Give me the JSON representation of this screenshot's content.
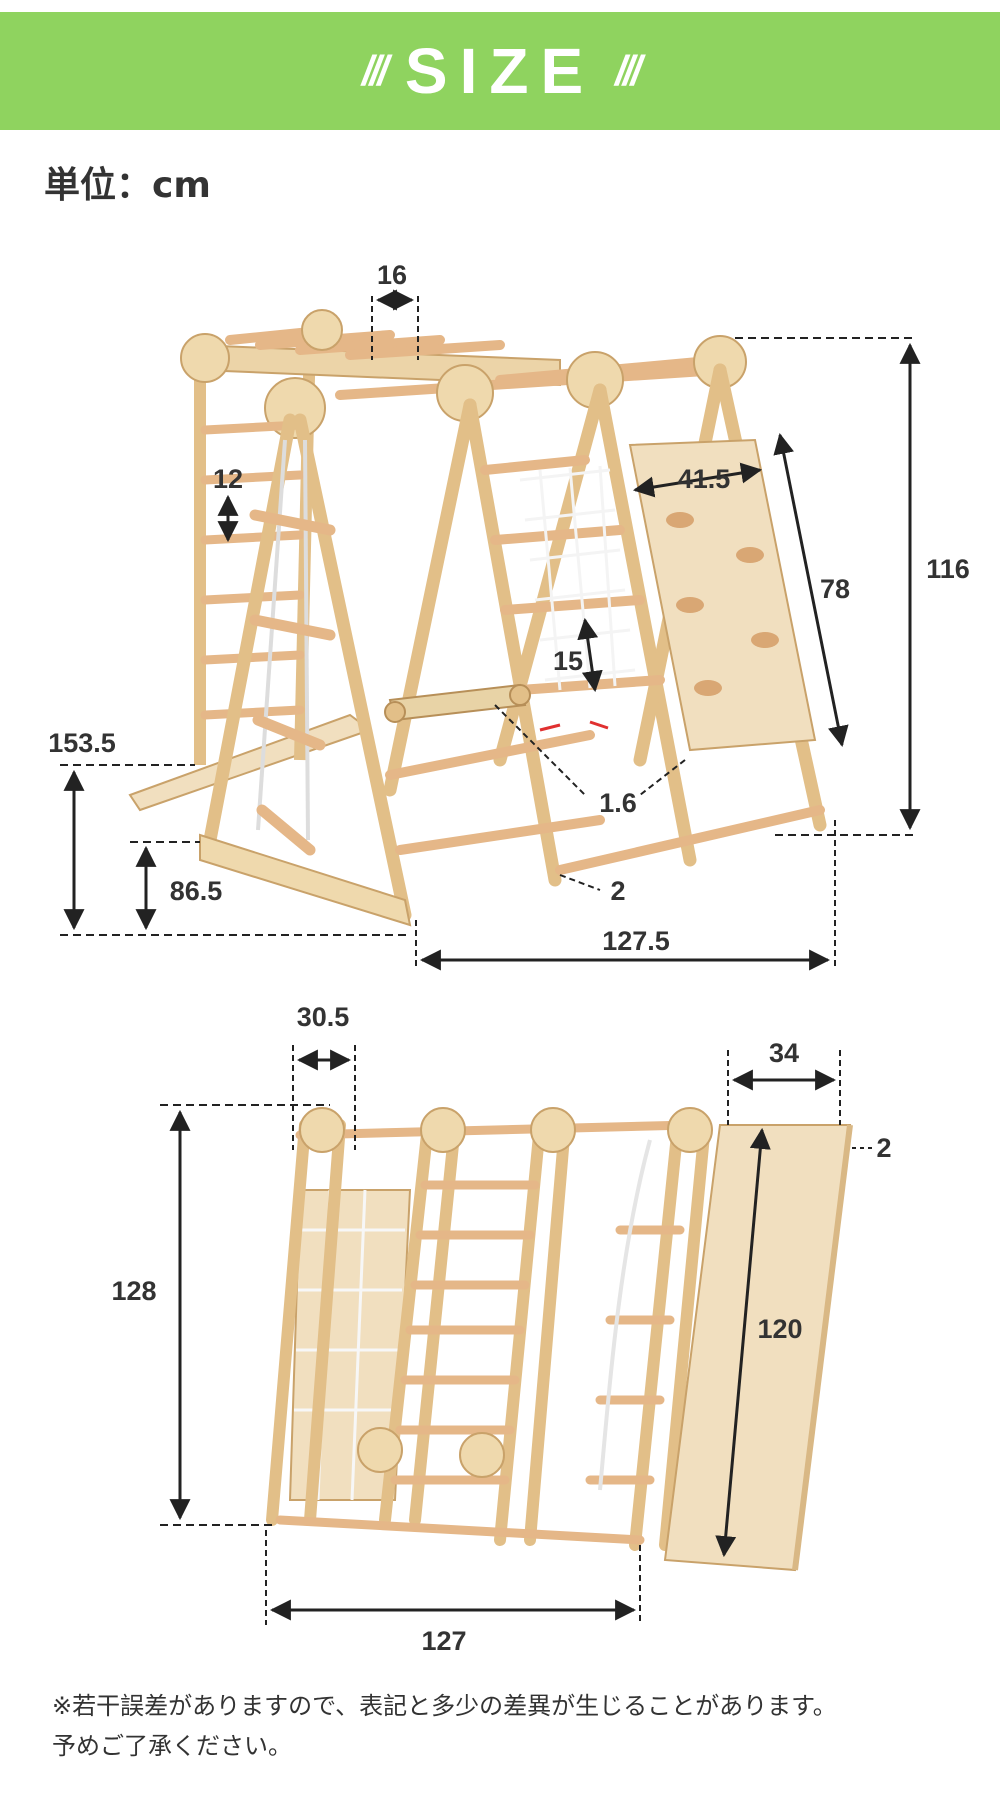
{
  "header": {
    "deco_left": "///",
    "title": "SIZE",
    "deco_right": "///"
  },
  "unit_label": "単位：cm",
  "top_view": {
    "dims": {
      "bar_spacing": "16",
      "rung_gap": "12",
      "climb_width": "41.5",
      "climb_length": "78",
      "height": "116",
      "net_gap": "15",
      "step_thickness": "1.6",
      "leg_thickness": "2",
      "overall_height": "153.5",
      "swing_height": "86.5",
      "depth": "127.5"
    }
  },
  "bottom_view": {
    "dims": {
      "frame_depth": "30.5",
      "slide_width": "34",
      "slide_thickness": "2",
      "folded_height": "128",
      "slide_length": "120",
      "folded_width": "127"
    }
  },
  "note": {
    "line1": "※若干誤差がありますので、表記と多少の差異が生じることがあります。",
    "line2": "予めご了承ください。"
  },
  "colors": {
    "banner": "#8fd35f",
    "wood": "#e9c99a",
    "panel": "#f1dfbf",
    "rope": "#ffffff",
    "dimension": "#222222"
  }
}
